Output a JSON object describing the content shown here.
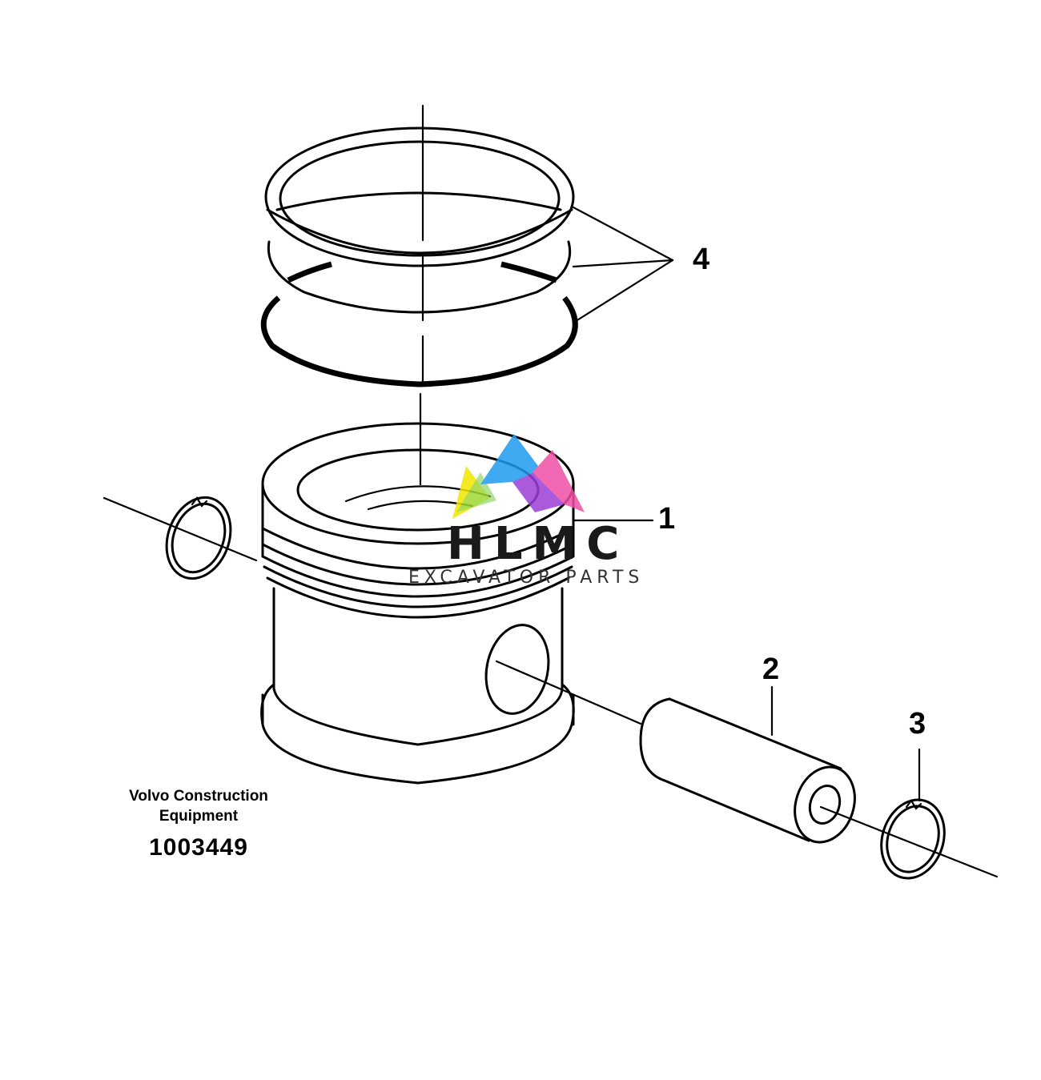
{
  "callouts": {
    "piston": "1",
    "piston_pin": "2",
    "snap_ring": "3",
    "piston_rings": "4"
  },
  "caption": {
    "line1": "Volvo Construction",
    "line2": "Equipment",
    "part_number": "1003449"
  },
  "watermark": {
    "title": "HLMC",
    "subtitle": "EXCAVATOR PARTS",
    "colors": [
      "#f2e600",
      "#7fd14a",
      "#1e9bf0",
      "#9b3fd6",
      "#f04fa6"
    ]
  }
}
